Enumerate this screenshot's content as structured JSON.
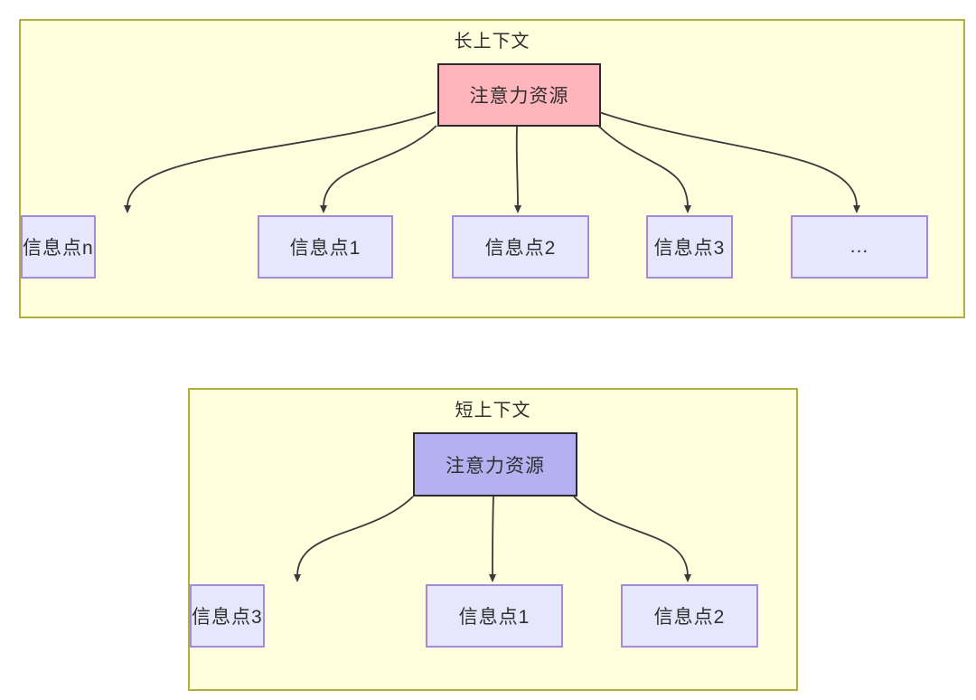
{
  "colors": {
    "container_fill": "#ffffde",
    "container_border": "#b0b03c",
    "attention_long_fill": "#ffb5bb",
    "attention_short_fill": "#b4b1f0",
    "attention_border": "#2b2b2b",
    "node_fill": "#e6e6fc",
    "node_border": "#a48bd9",
    "arrow": "#3a3a3a",
    "text": "#2f2f2f"
  },
  "long_context": {
    "title": "长上下文",
    "attention_label": "注意力资源",
    "nodes": [
      {
        "label": "信息点1"
      },
      {
        "label": "信息点2"
      },
      {
        "label": "信息点3"
      },
      {
        "label": "..."
      },
      {
        "label": "信息点n"
      }
    ]
  },
  "short_context": {
    "title": "短上下文",
    "attention_label": "注意力资源",
    "nodes": [
      {
        "label": "信息点1"
      },
      {
        "label": "信息点2"
      },
      {
        "label": "信息点3"
      }
    ]
  }
}
